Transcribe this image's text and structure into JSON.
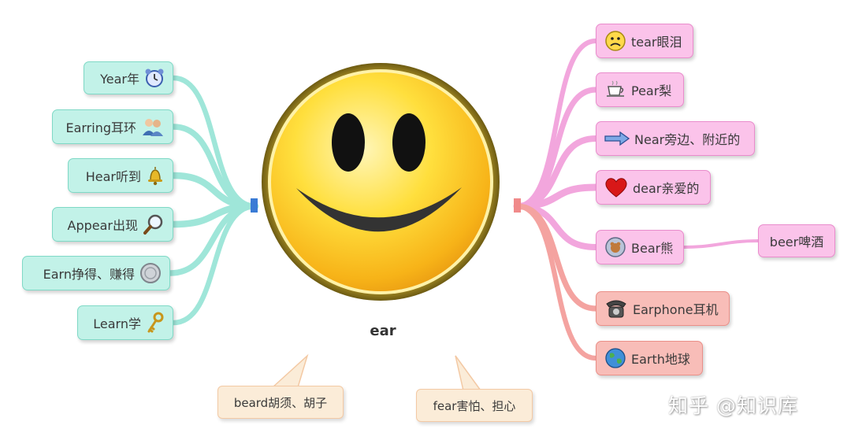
{
  "center": {
    "label": "ear",
    "icon": "smiley-face-icon"
  },
  "left_nodes": [
    {
      "id": "year",
      "label": "Year年",
      "icon": "alarm-clock-icon"
    },
    {
      "id": "earring",
      "label": "Earring耳环",
      "icon": "people-icon"
    },
    {
      "id": "hear",
      "label": "Hear听到",
      "icon": "bell-icon"
    },
    {
      "id": "appear",
      "label": "Appear出现",
      "icon": "magnifier-icon"
    },
    {
      "id": "earn",
      "label": "Earn挣得、赚得",
      "icon": "coin-icon"
    },
    {
      "id": "learn",
      "label": "Learn学",
      "icon": "key-icon"
    }
  ],
  "right_nodes": [
    {
      "id": "tear",
      "label": "tear眼泪",
      "icon": "sad-face-icon"
    },
    {
      "id": "pear",
      "label": "Pear梨",
      "icon": "coffee-cup-icon"
    },
    {
      "id": "near",
      "label": "Near旁边、附近的",
      "icon": "arrow-right-icon"
    },
    {
      "id": "dear",
      "label": "dear亲爱的",
      "icon": "heart-icon"
    },
    {
      "id": "bear",
      "label": "Bear熊",
      "icon": "bear-icon"
    },
    {
      "id": "earphone",
      "label": "Earphone耳机",
      "icon": "telephone-icon"
    },
    {
      "id": "earth",
      "label": "Earth地球",
      "icon": "globe-icon"
    }
  ],
  "sub_node": {
    "label": "beer啤酒"
  },
  "callouts": [
    {
      "label": "beard胡须、胡子"
    },
    {
      "label": "fear害怕、担心"
    }
  ],
  "watermark": "知乎 @知识库",
  "colors": {
    "left_branch": "#9fe6d9",
    "left_node_fill": "#c2f2e8",
    "left_node_border": "#7fd9c6",
    "right_branch": "#f2a6dd",
    "right_node_fill": "#fbc3ea",
    "right_node_border": "#e98ccc",
    "right_lower_branch": "#f4a3a0",
    "right_lower_fill": "#f8bdb8",
    "callout_fill": "#fbecd8",
    "smiley_yellow": "#ffd633",
    "smiley_rim": "#8c7a1f"
  }
}
